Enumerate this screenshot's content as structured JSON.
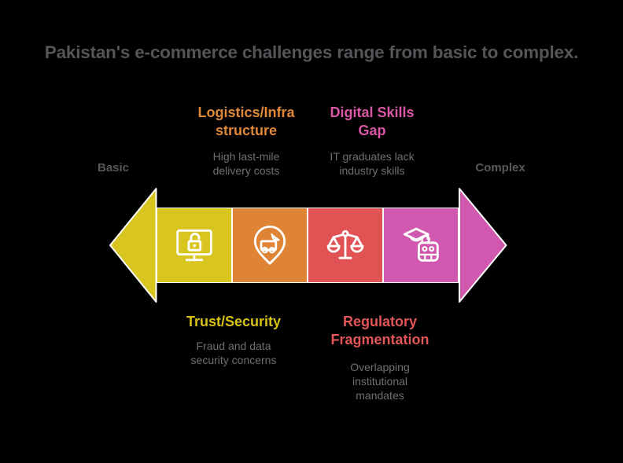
{
  "title": {
    "text": "Pakistan's e-commerce challenges range from basic to complex.",
    "color": "#55565a"
  },
  "scale": {
    "left": "Basic",
    "right": "Complex",
    "color": "#58595b"
  },
  "colors": {
    "description_text": "#6e6f72",
    "icon_stroke": "#ffffff",
    "shape_outline": "#ffffff"
  },
  "arrow": {
    "left_head_color": "#d9c51f",
    "right_head_color": "#d058ae"
  },
  "segments": [
    {
      "name": "trust-security",
      "color": "#d9c51f",
      "icon": "monitor-unlock-icon",
      "label": "Trust/Security",
      "label_color": "#d8c214",
      "label_position": "below",
      "label_lines": [
        "Trust/Security"
      ],
      "description": "Fraud and data security concerns",
      "description_lines": [
        "Fraud and data",
        "security concerns"
      ]
    },
    {
      "name": "logistics-infrastructure",
      "color": "#de8434",
      "icon": "pin-truck-icon",
      "label": "Logistics/Infra structure",
      "label_color": "#df8838",
      "label_position": "above",
      "label_lines": [
        "Logistics/Infra",
        "structure"
      ],
      "description": "High last-mile delivery costs",
      "description_lines": [
        "High last-mile",
        "delivery costs"
      ]
    },
    {
      "name": "regulatory-fragmentation",
      "color": "#e05253",
      "icon": "scales-icon",
      "label": "Regulatory Fragmentation",
      "label_color": "#e25558",
      "label_position": "below",
      "label_lines": [
        "Regulatory",
        "Fragmentation"
      ],
      "description": "Overlapping institutional mandates",
      "description_lines": [
        "Overlapping",
        "institutional",
        "mandates"
      ]
    },
    {
      "name": "digital-skills-gap",
      "color": "#d058ae",
      "icon": "cap-robot-icon",
      "label": "Digital Skills Gap",
      "label_color": "#d957a4",
      "label_position": "above",
      "label_lines": [
        "Digital Skills",
        "Gap"
      ],
      "description": "IT graduates lack industry skills",
      "description_lines": [
        "IT graduates lack",
        "industry skills"
      ]
    }
  ]
}
